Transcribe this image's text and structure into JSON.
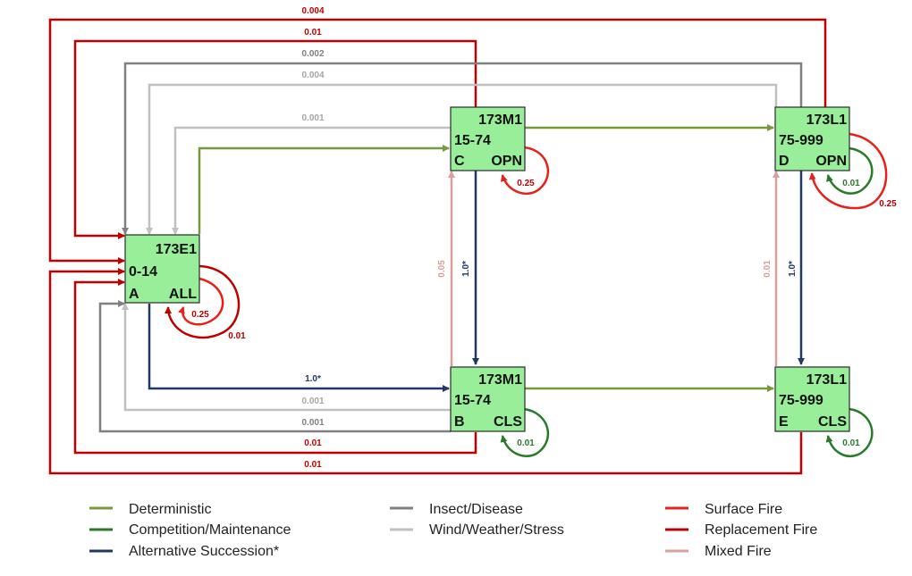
{
  "colors": {
    "deterministic": "#77993b",
    "competition": "#2a7a2a",
    "alternative": "#1f3864",
    "insect": "#808080",
    "wind": "#c0c0c0",
    "surface_fire": "#e8201a",
    "replacement_fire": "#c00000",
    "mixed_fire": "#d9a09c"
  },
  "boxes": {
    "A": {
      "code": "173E1",
      "range": "0-14",
      "letter": "A",
      "cover": "ALL"
    },
    "B": {
      "code": "173M1",
      "range": "15-74",
      "letter": "B",
      "cover": "CLS"
    },
    "C": {
      "code": "173M1",
      "range": "15-74",
      "letter": "C",
      "cover": "OPN"
    },
    "D": {
      "code": "173L1",
      "range": "75-999",
      "letter": "D",
      "cover": "OPN"
    },
    "E": {
      "code": "173L1",
      "range": "75-999",
      "letter": "E",
      "cover": "CLS"
    }
  },
  "transitions": {
    "d_to_a_replacement": "0.004",
    "c_to_a_replacement": "0.01",
    "d_to_a_insect": "0.002",
    "d_to_a_wind": "0.004",
    "c_to_a_wind": "0.001",
    "a_to_b_alternative": "1.0*",
    "b_to_a_wind": "0.001",
    "b_to_a_insect": "0.001",
    "b_to_a_replacement": "0.01",
    "e_to_a_replacement": "0.01",
    "a_self_surface": "0.25",
    "a_self_replacement": "0.01",
    "c_self_surface": "0.25",
    "d_self_competition": "0.01",
    "d_self_surface": "0.25",
    "b_self_competition": "0.01",
    "e_self_competition": "0.01",
    "b_to_c_mixed": "0.05",
    "c_to_b_alternative": "1.0*",
    "e_to_d_mixed": "0.01",
    "d_to_e_alternative": "1.0*"
  },
  "legend": {
    "deterministic": "Deterministic",
    "competition": "Competition/Maintenance",
    "alternative": "Alternative Succession*",
    "insect": "Insect/Disease",
    "wind": "Wind/Weather/Stress",
    "surface_fire": "Surface Fire",
    "replacement_fire": "Replacement Fire",
    "mixed_fire": "Mixed Fire"
  }
}
